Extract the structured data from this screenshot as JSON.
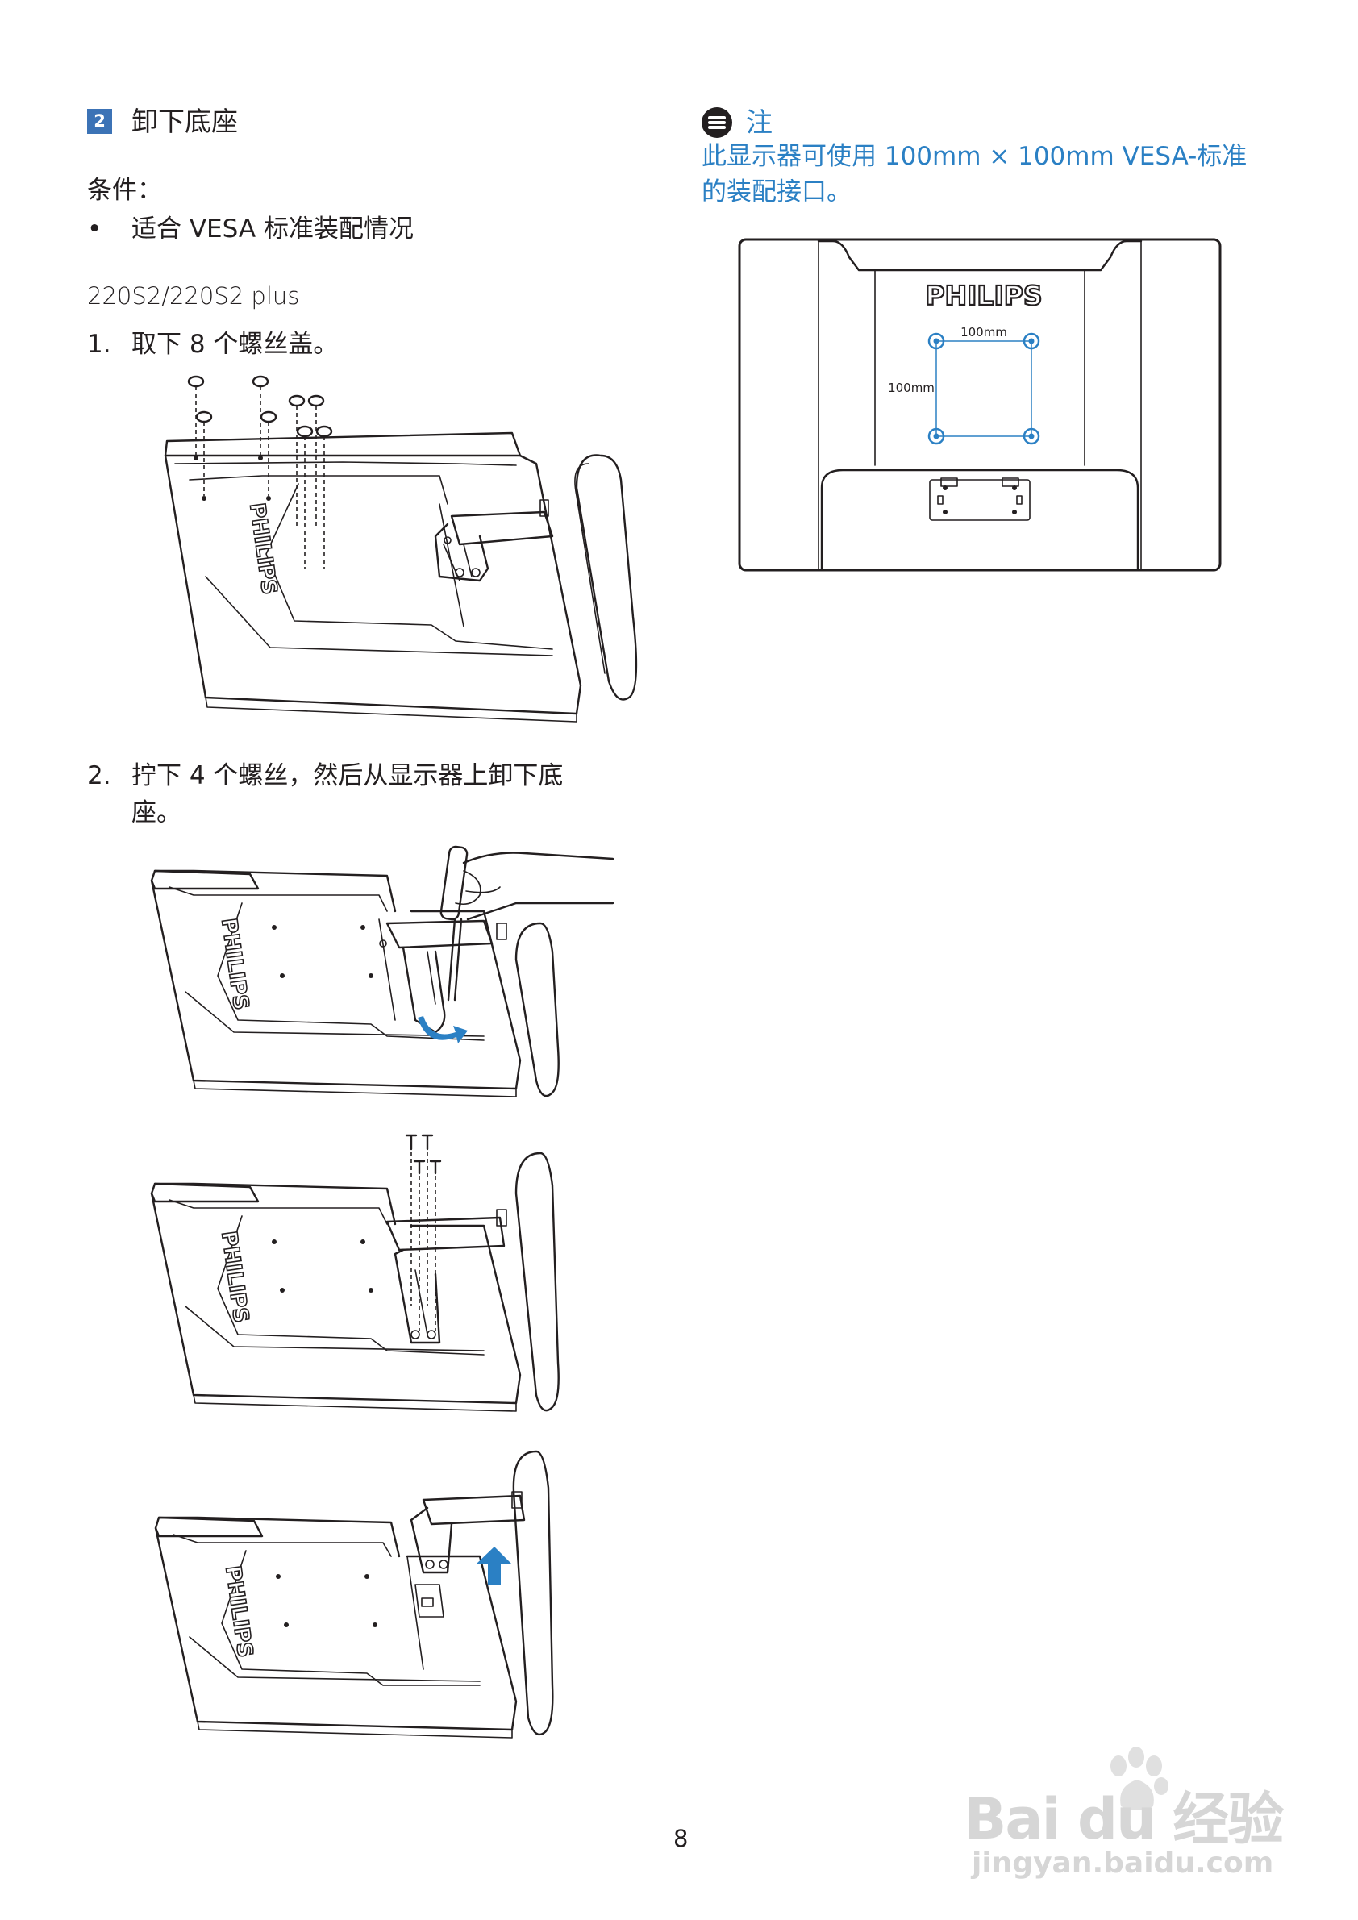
{
  "section": {
    "number": "2",
    "title": "卸下底座"
  },
  "conditions": {
    "label": "条件：",
    "bullet": "•",
    "item": "适合 VESA 标准装配情况"
  },
  "model": "220S2/220S2 plus",
  "steps": [
    {
      "num": "1.",
      "text": "取下 8 个螺丝盖。"
    },
    {
      "num": "2.",
      "text_line1": "拧下 4 个螺丝，然后从显示器上卸下底",
      "text_line2": "座。"
    }
  ],
  "note": {
    "icon": "note-icon",
    "title": "注",
    "line1": "此显示器可使用 100mm × 100mm VESA-标准",
    "line2": "的装配接口。"
  },
  "vesa_diagram": {
    "brand": "PHILIPS",
    "dim_horizontal": "100mm",
    "dim_vertical": "100mm",
    "hole_color": "#2b80c4"
  },
  "figure_logo": "PHILIPS",
  "page_number": "8",
  "watermark": {
    "logo": "Bai du 经验",
    "url": "jingyan.baidu.com"
  }
}
